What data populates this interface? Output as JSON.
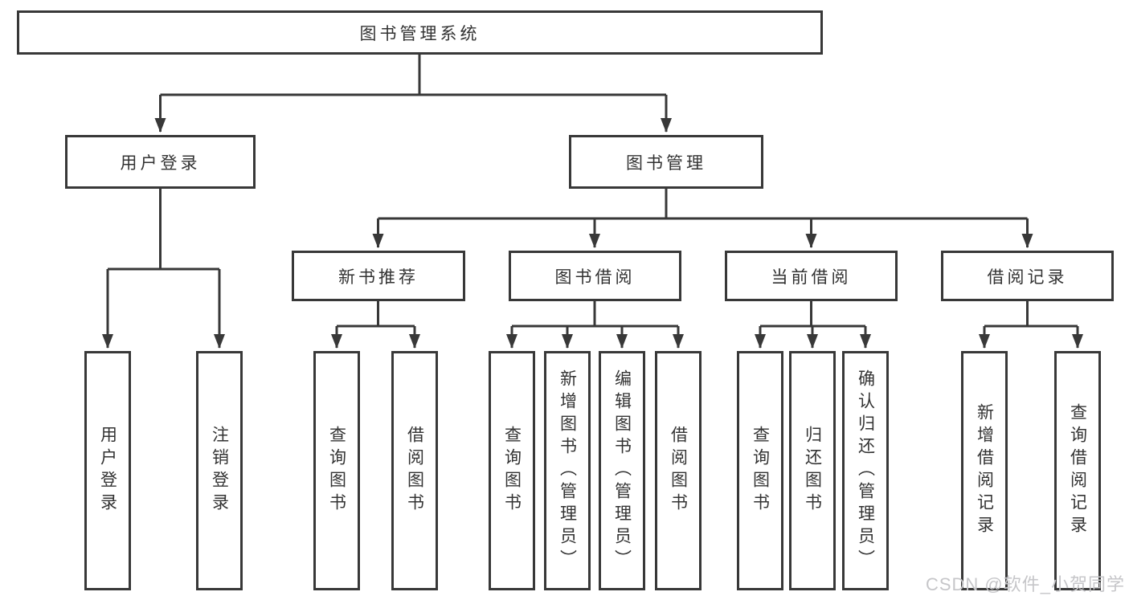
{
  "diagram": {
    "root_label": "图书管理系统",
    "user_login": {
      "label": "用户登录",
      "children": [
        {
          "label": "用户登录"
        },
        {
          "label": "注销登录"
        }
      ]
    },
    "book_management": {
      "label": "图书管理",
      "sections": [
        {
          "label": "新书推荐",
          "children": [
            {
              "label": "查询图书"
            },
            {
              "label": "借阅图书"
            }
          ]
        },
        {
          "label": "图书借阅",
          "children": [
            {
              "label": "查询图书"
            },
            {
              "label": "新增图书（管理员）"
            },
            {
              "label": "编辑图书（管理员）"
            },
            {
              "label": "借阅图书"
            }
          ]
        },
        {
          "label": "当前借阅",
          "children": [
            {
              "label": "查询图书"
            },
            {
              "label": "归还图书"
            },
            {
              "label": "确认归还（管理员）"
            }
          ]
        },
        {
          "label": "借阅记录",
          "children": [
            {
              "label": "新增借阅记录"
            },
            {
              "label": "查询借阅记录"
            }
          ]
        }
      ]
    }
  },
  "colors": {
    "line": "#383838",
    "box_border": "#383838",
    "box_background": "#ffffff",
    "text": "#333333",
    "watermark": "#c6c6c9",
    "page_background": "#ffffff"
  },
  "watermark": {
    "text": "CSDN @软件_小贺同学"
  }
}
